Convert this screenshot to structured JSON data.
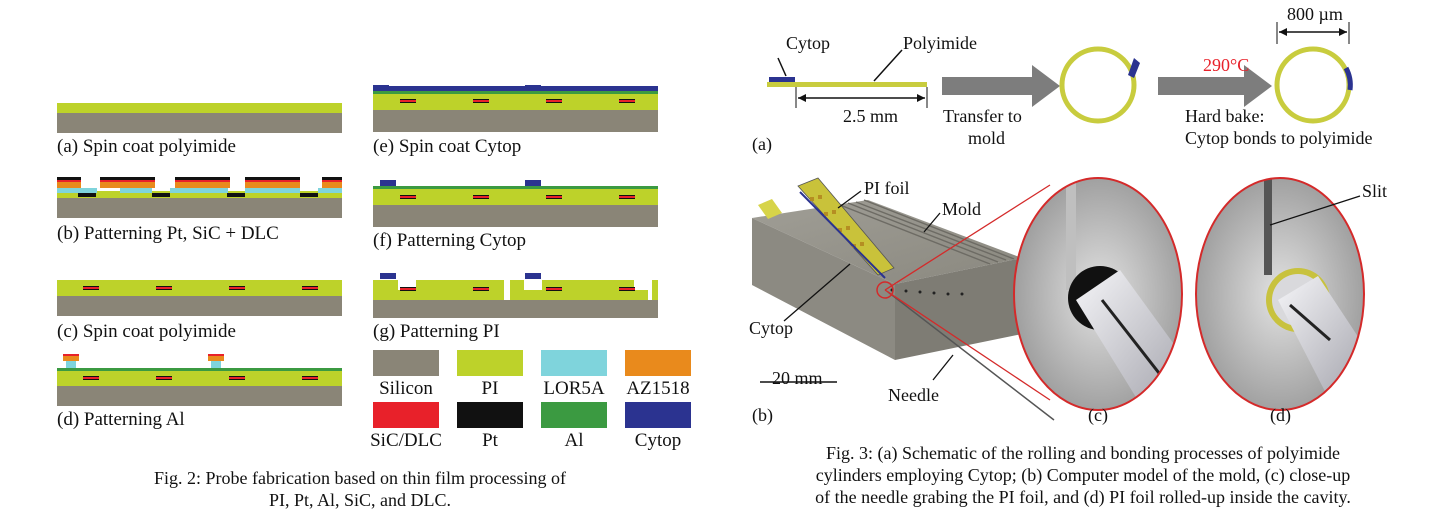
{
  "fig2": {
    "panels": [
      {
        "label": "(a) Spin coat polyimide"
      },
      {
        "label": "(b) Patterning Pt, SiC + DLC"
      },
      {
        "label": "(c) Spin coat polyimide"
      },
      {
        "label": "(d) Patterning Al"
      },
      {
        "label": "(e) Spin coat Cytop"
      },
      {
        "label": "(f) Patterning Cytop"
      },
      {
        "label": "(g) Patterning PI"
      }
    ],
    "legend": [
      {
        "label": "Silicon",
        "color": "#8a8577"
      },
      {
        "label": "PI",
        "color": "#bdd22a"
      },
      {
        "label": "LOR5A",
        "color": "#7fd4dc"
      },
      {
        "label": "AZ1518",
        "color": "#e98a1c"
      },
      {
        "label": "SiC/DLC",
        "color": "#e8212a"
      },
      {
        "label": "Pt",
        "color": "#111111"
      },
      {
        "label": "Al",
        "color": "#3b9a41"
      },
      {
        "label": "Cytop",
        "color": "#2b3390"
      }
    ],
    "caption_line1": "Fig. 2: Probe fabrication based on thin film processing of",
    "caption_line2": "PI, Pt, Al, SiC, and DLC."
  },
  "fig3": {
    "cytop": "Cytop",
    "polyimide": "Polyimide",
    "length": "2.5 mm",
    "transfer_1": "Transfer to",
    "transfer_2": "mold",
    "temp": "290°C",
    "hardbake_1": "Hard bake:",
    "hardbake_2": "Cytop bonds to polyimide",
    "diameter": "800 µm",
    "panel_a": "(a)",
    "pi_foil": "PI foil",
    "mold": "Mold",
    "cytop_b": "Cytop",
    "scale": "20 mm",
    "needle": "Needle",
    "slit": "Slit",
    "panel_b": "(b)",
    "panel_c": "(c)",
    "panel_d": "(d)",
    "caption_line1": "Fig. 3: (a) Schematic of the rolling and bonding processes of polyimide",
    "caption_line2": "cylinders employing Cytop; (b) Computer model of the mold, (c) close-up",
    "caption_line3": "of the needle grabing the PI foil, and (d) PI foil rolled-up inside the cavity."
  }
}
